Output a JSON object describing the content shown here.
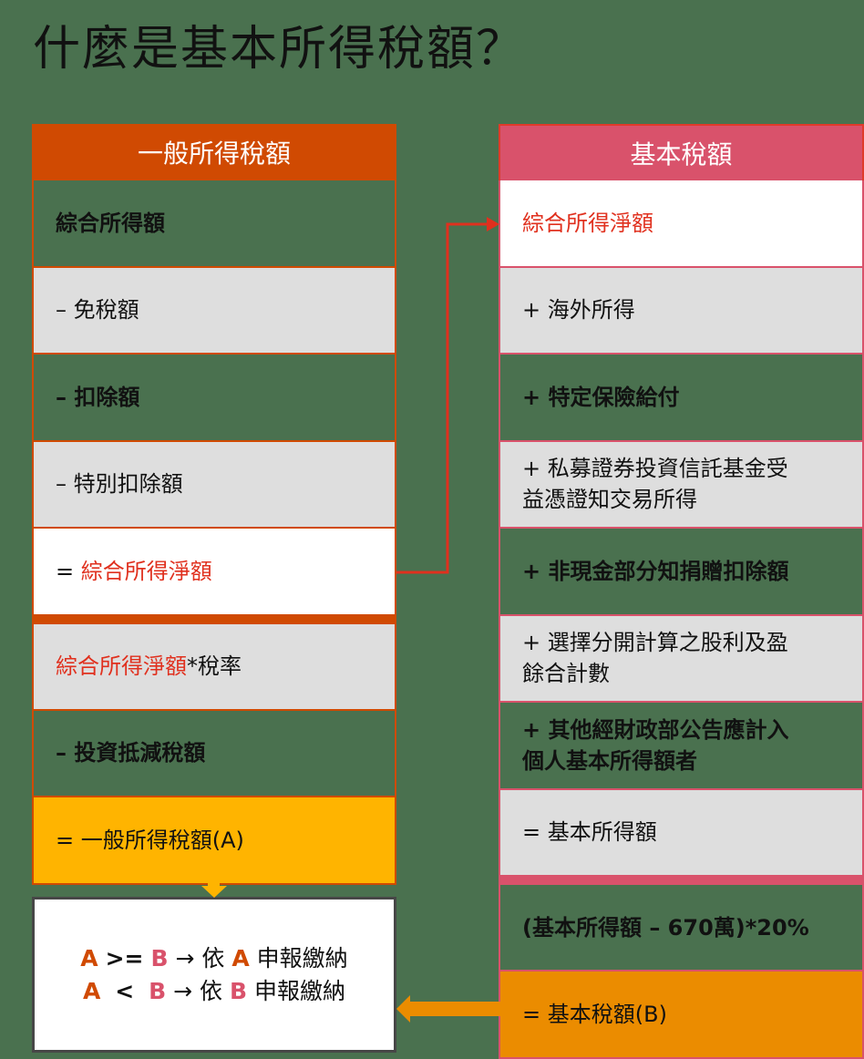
{
  "title": "什麼是基本所得稅額？",
  "left_column": {
    "header": "一般所得稅額",
    "rows": [
      {
        "text": "綜合所得額",
        "style": "green"
      },
      {
        "text": "– 免稅額",
        "style": "gray"
      },
      {
        "text": "– 扣除額",
        "style": "green"
      },
      {
        "text": "– 特別扣除額",
        "style": "gray"
      },
      {
        "prefix": "= ",
        "highlight": "綜合所得淨額",
        "style": "white"
      },
      {
        "highlight": "綜合所得淨額",
        "suffix": "*稅率",
        "style": "gray"
      },
      {
        "text": "– 投資抵減稅額",
        "style": "green"
      },
      {
        "text": "= 一般所得稅額(A)",
        "style": "yellow"
      }
    ]
  },
  "right_column": {
    "header": "基本稅額",
    "rows": [
      {
        "highlight": "綜合所得淨額",
        "style": "white"
      },
      {
        "text": "+ 海外所得",
        "style": "gray"
      },
      {
        "text": "+ 特定保險給付",
        "style": "green"
      },
      {
        "text": "+ 私募證券投資信託基金受益憑證知交易所得",
        "line1": "+ 私募證券投資信託基金受",
        "line2": "益憑證知交易所得",
        "style": "gray"
      },
      {
        "text": "+ 非現金部分知捐贈扣除額",
        "style": "green"
      },
      {
        "text": "+ 選擇分開計算之股利及盈餘合計數",
        "line1": "+ 選擇分開計算之股利及盈",
        "line2": "餘合計數",
        "style": "gray"
      },
      {
        "text": "+ 其他經財政部公告應計入個人基本所得額者",
        "line1": "+ 其他經財政部公告應計入",
        "line2": "個人基本所得額者",
        "style": "green"
      },
      {
        "text": "= 基本所得額",
        "style": "gray"
      },
      {
        "text": "(基本所得額 – 670萬)*20%",
        "style": "green"
      },
      {
        "text": "= 基本稅額(B)",
        "style": "orange"
      }
    ]
  },
  "comparison": {
    "line1": {
      "a": "A",
      "op": ">=",
      "b": "B",
      "arrow": "→",
      "verb": "依",
      "target": "A",
      "action": "申報繳納"
    },
    "line2": {
      "a": "A",
      "op": "<",
      "b": "B",
      "arrow": "→",
      "verb": "依",
      "target": "B",
      "action": "申報繳納"
    }
  },
  "colors": {
    "background": "#4a714f",
    "left_header": "#d04a02",
    "right_header": "#d9526b",
    "highlight_text": "#e0301e",
    "yellow": "#ffb400",
    "orange": "#eb8c00",
    "gray": "#dedede"
  }
}
